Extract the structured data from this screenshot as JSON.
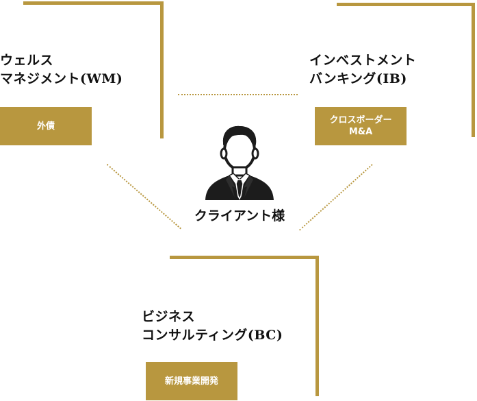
{
  "wm": {
    "title_line1": "ウェルス",
    "title_line2": "マネジメント(WM)",
    "tag": "外債"
  },
  "ib": {
    "title_line1": "インベストメント",
    "title_line2": "バンキング(IB)",
    "tag_line1": "クロスボーダー",
    "tag_line2": "M&A"
  },
  "bc": {
    "title_line1": "ビジネス",
    "title_line2": "コンサルティング(BC)",
    "tag": "新規事業開発"
  },
  "center": {
    "label": "クライアント様",
    "icon": "businessman-icon"
  },
  "colors": {
    "accent": "#b8973f",
    "text": "#111111",
    "icon": "#1c1c1c"
  }
}
